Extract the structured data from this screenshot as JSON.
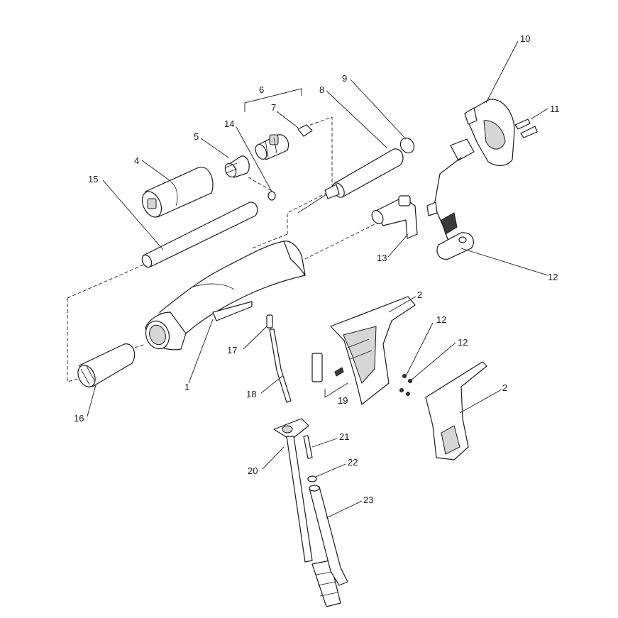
{
  "callouts": [
    {
      "id": "c1",
      "text": "1"
    },
    {
      "id": "c2a",
      "text": "2"
    },
    {
      "id": "c2b",
      "text": "2"
    },
    {
      "id": "c4",
      "text": "4"
    },
    {
      "id": "c5",
      "text": "5"
    },
    {
      "id": "c6",
      "text": "6"
    },
    {
      "id": "c7",
      "text": "7"
    },
    {
      "id": "c8",
      "text": "8"
    },
    {
      "id": "c9",
      "text": "9"
    },
    {
      "id": "c10",
      "text": "10"
    },
    {
      "id": "c11",
      "text": "11"
    },
    {
      "id": "c12a",
      "text": "12"
    },
    {
      "id": "c12b",
      "text": "12"
    },
    {
      "id": "c12c",
      "text": "12"
    },
    {
      "id": "c13",
      "text": "13"
    },
    {
      "id": "c14",
      "text": "14"
    },
    {
      "id": "c15",
      "text": "15"
    },
    {
      "id": "c16",
      "text": "16"
    },
    {
      "id": "c17",
      "text": "17"
    },
    {
      "id": "c18",
      "text": "18"
    },
    {
      "id": "c19",
      "text": "19"
    },
    {
      "id": "c20",
      "text": "20"
    },
    {
      "id": "c21",
      "text": "21"
    },
    {
      "id": "c22",
      "text": "22"
    },
    {
      "id": "c23",
      "text": "23"
    }
  ]
}
